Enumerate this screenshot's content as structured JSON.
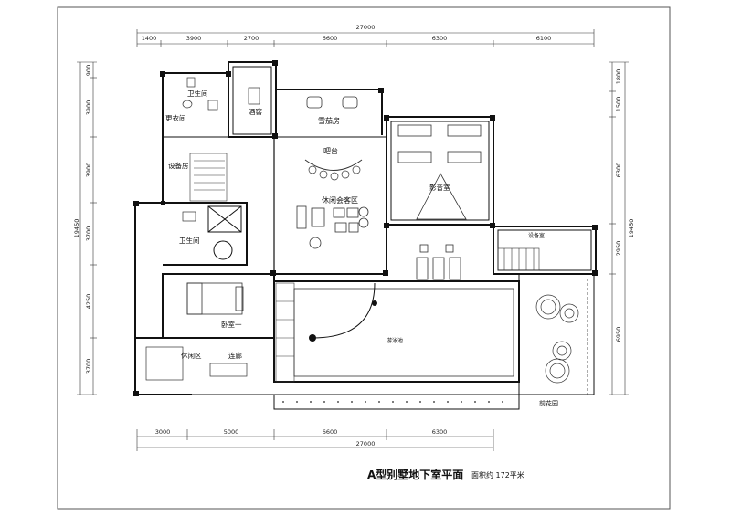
{
  "title": "A型别墅地下室平面",
  "area_label": "面积约 172平米",
  "dims": {
    "top_total": "27000",
    "top": [
      "1400",
      "3900",
      "2700",
      "6600",
      "6300",
      "6100"
    ],
    "bottom_total": "27000",
    "bottom": [
      "3000",
      "5000",
      "6600",
      "6300"
    ],
    "left": [
      "900",
      "3900",
      "3900",
      "3700",
      "4250",
      "3700"
    ],
    "left_total": "19450",
    "right": [
      "1800",
      "1500",
      "6300",
      "2950",
      "6950"
    ],
    "right_total": "19450"
  },
  "rooms": {
    "bath1": "卫生间",
    "dressing": "更衣间",
    "wine": "酒窖",
    "cigar": "雪茄房",
    "bar": "吧台",
    "equip1": "设备房",
    "lounge": "休闲会客区",
    "theater": "影音室",
    "bath2": "卫生间",
    "equip2": "设备室",
    "bedroom": "卧室一",
    "pool": "游泳池",
    "leisure": "休闲区",
    "corridor": "连廊",
    "garden": "前花园"
  }
}
